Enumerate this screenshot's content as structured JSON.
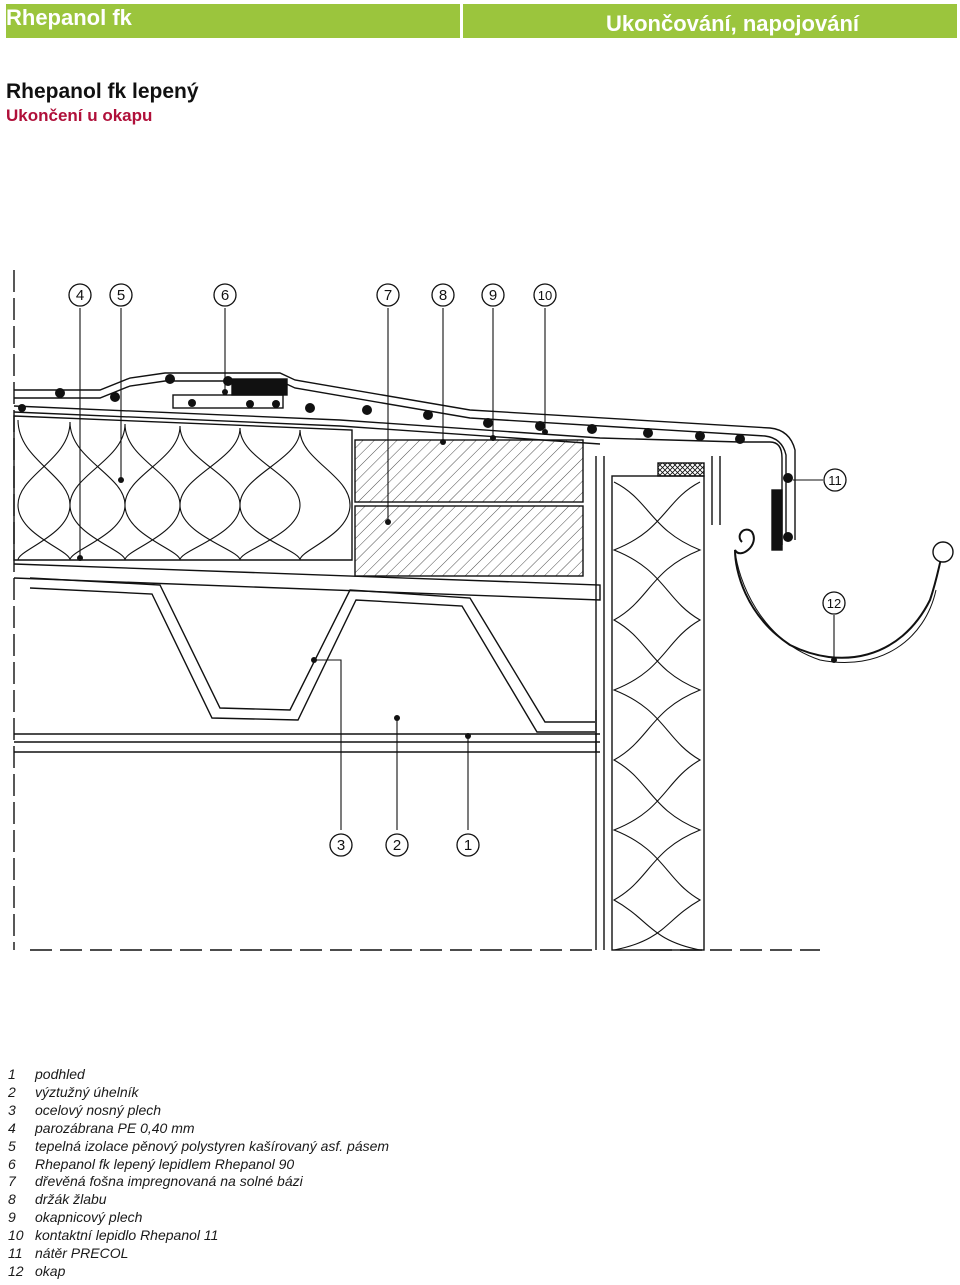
{
  "header": {
    "brand": "Rhepanol fk",
    "section": "Ukončování, napojování"
  },
  "doc": {
    "title": "Rhepanol fk lepený",
    "subtitle": "Ukončení u okapu"
  },
  "colors": {
    "accent_green": "#9bc53d",
    "subtitle_red": "#b0103a"
  },
  "callouts": [
    "4",
    "5",
    "6",
    "7",
    "8",
    "9",
    "10",
    "11",
    "12",
    "3",
    "2",
    "1"
  ],
  "legend": [
    {
      "num": "1",
      "text": "podhled"
    },
    {
      "num": "2",
      "text": "výztužný úhelník"
    },
    {
      "num": "3",
      "text": "ocelový nosný plech"
    },
    {
      "num": "4",
      "text": "parozábrana PE 0,40 mm"
    },
    {
      "num": "5",
      "text": "tepelná izolace pěnový polystyren kašírovaný asf. pásem"
    },
    {
      "num": "6",
      "text": "Rhepanol fk lepený lepidlem Rhepanol 90"
    },
    {
      "num": "7",
      "text": "dřevěná fošna impregnovaná na solné bázi"
    },
    {
      "num": "8",
      "text": "držák žlabu"
    },
    {
      "num": "9",
      "text": "okapnicový plech"
    },
    {
      "num": "10",
      "text": "kontaktní lepidlo Rhepanol 11"
    },
    {
      "num": "11",
      "text": "nátěr PRECOL"
    },
    {
      "num": "12",
      "text": "okap"
    }
  ]
}
